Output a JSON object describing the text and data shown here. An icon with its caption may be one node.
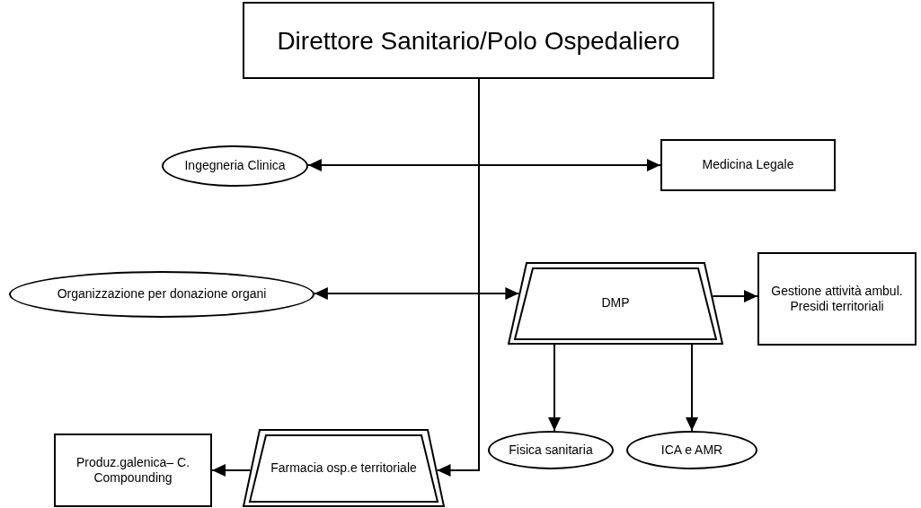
{
  "diagram": {
    "nodes": [
      {
        "text": [
          "Direttore Sanitario/Polo Ospedaliero"
        ]
      },
      {
        "text": [
          "Ingegneria Clinica"
        ]
      },
      {
        "text": [
          "Medicina Legale"
        ]
      },
      {
        "text": [
          "Organizzazione per donazione organi"
        ]
      },
      {
        "text": [
          "DMP"
        ]
      },
      {
        "text": [
          "Gestione attività ambul. Presidi territoriali"
        ]
      },
      {
        "text": [
          "Fisica sanitaria"
        ]
      },
      {
        "text": [
          "ICA e AMR"
        ]
      },
      {
        "text": [
          "Produz.galenica– C. Compounding"
        ]
      },
      {
        "text": [
          "Farmacia osp.e territoriale"
        ]
      }
    ],
    "edges": [
      {
        "from": 1,
        "to": 2,
        "arrow": "both"
      },
      {
        "from": 3,
        "to": 4,
        "arrow": "both"
      },
      {
        "from": 4,
        "to": 5,
        "arrow": "to"
      },
      {
        "from": 4,
        "to": 6,
        "arrow": "to"
      },
      {
        "from": 4,
        "to": 7,
        "arrow": "to"
      },
      {
        "from": 0,
        "to": 9,
        "arrow": "to"
      },
      {
        "from": 9,
        "to": 8,
        "arrow": "to"
      }
    ]
  }
}
